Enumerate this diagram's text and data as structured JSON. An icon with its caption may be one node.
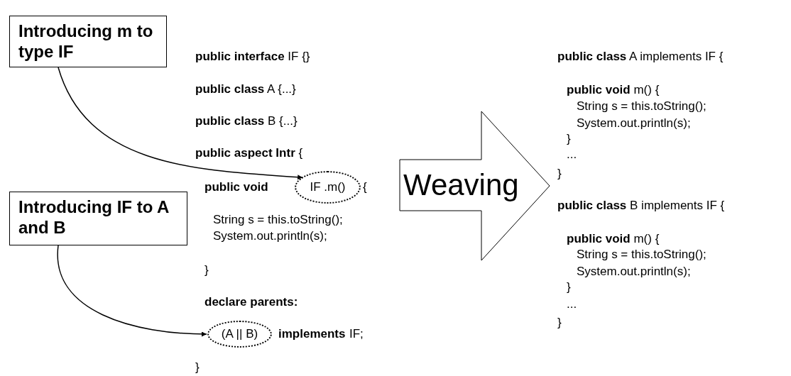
{
  "diagram": {
    "nodes": [
      {
        "text": [
          "Introducing m to type IF"
        ]
      },
      {
        "text": [
          "Introducing IF to A and B"
        ]
      },
      {
        "text": [
          "IF .m()"
        ]
      },
      {
        "text": [
          "(A || B)"
        ]
      },
      {
        "text": [
          "Weaving"
        ]
      }
    ],
    "edges": [
      {
        "from": 0,
        "to": 2,
        "arrow": "to"
      },
      {
        "from": 1,
        "to": 3,
        "arrow": "to"
      }
    ],
    "labels": [
      "**public interface** IF {}",
      "**public class** A {...}",
      "**public class** B {...}",
      "**public aspect Intr** {",
      "public void",
      "{",
      "String s = this.toString();",
      "System.out.println(s);",
      "}",
      "declare parents:",
      "implements",
      "IF;",
      "}",
      "**public class** A implements IF {",
      "**public void** m() {",
      "String s = this.toString();",
      "System.out.println(s);",
      "}",
      "...",
      "}",
      "**public class** B implements IF {",
      "**public void** m() {",
      "String s = this.toString();",
      "System.out.println(s);",
      "}",
      "...",
      "}"
    ]
  }
}
